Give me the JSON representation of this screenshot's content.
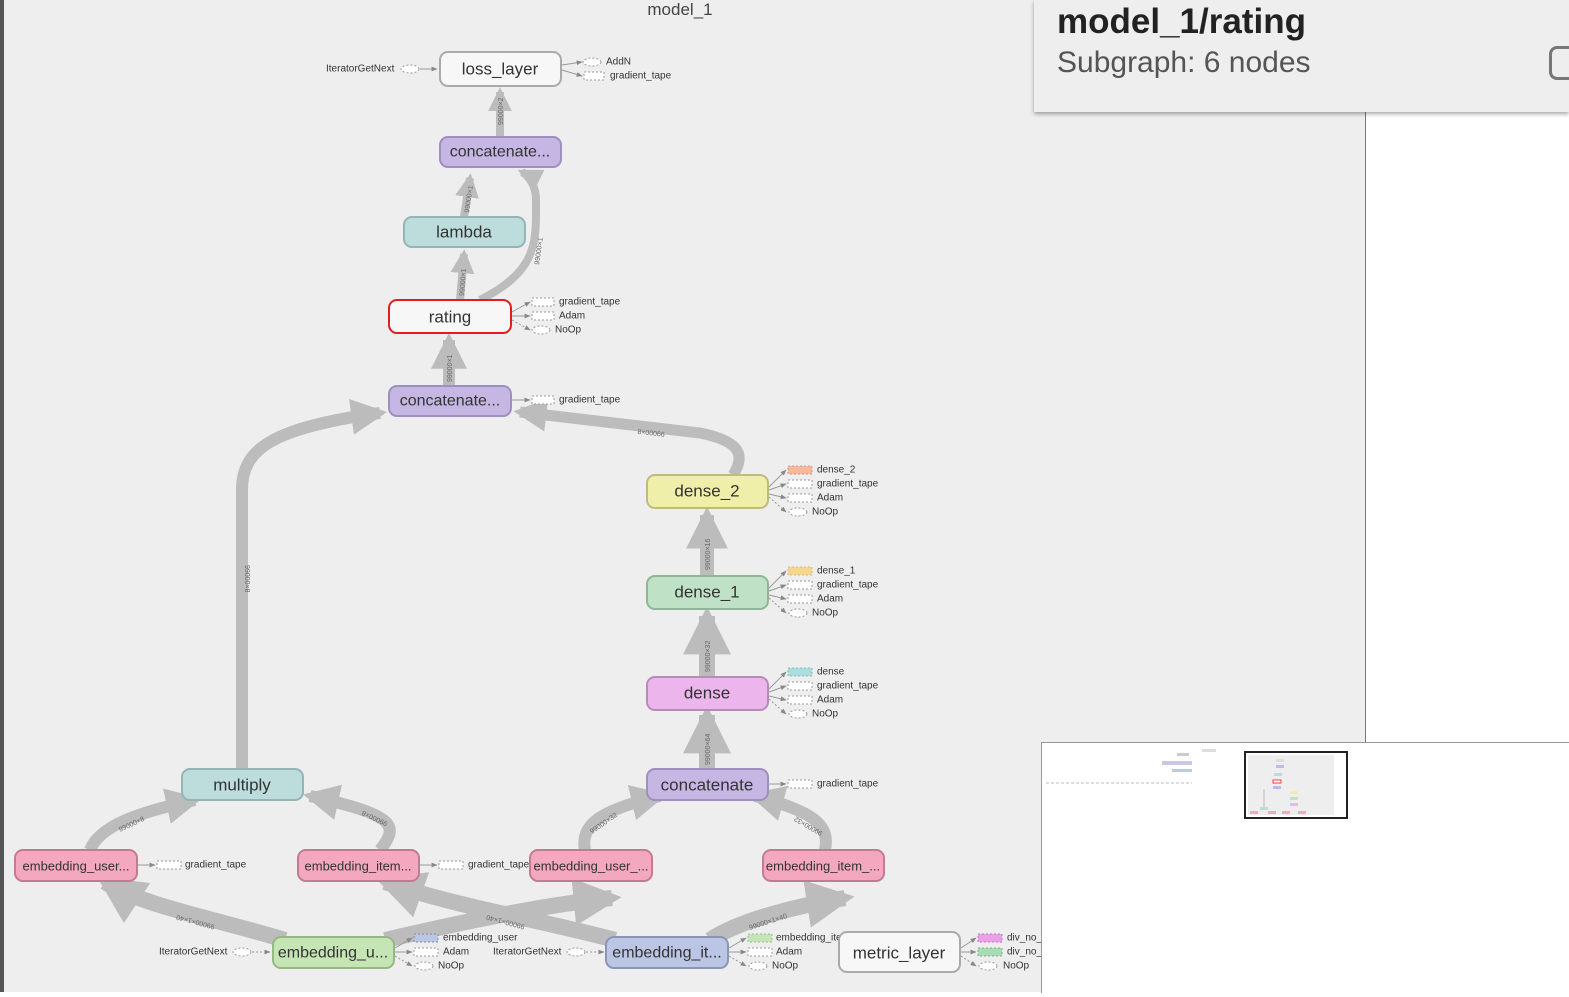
{
  "graph": {
    "title": "model_1",
    "nodes": {
      "loss_layer": "loss_layer",
      "concatenate_top": "concatenate...",
      "lambda": "lambda",
      "rating": "rating",
      "concatenate_mid": "concatenate...",
      "dense_2": "dense_2",
      "dense_1": "dense_1",
      "dense": "dense",
      "concatenate_low": "concatenate",
      "multiply": "multiply",
      "embedding_user_a": "embedding_user...",
      "embedding_item_a": "embedding_item...",
      "embedding_user_b": "embedding_user_...",
      "embedding_item_b": "embedding_item_...",
      "embedding_u": "embedding_u...",
      "embedding_it": "embedding_it...",
      "metric_layer": "metric_layer"
    },
    "aux": {
      "iterator_loss": "IteratorGetNext",
      "addn": "AddN",
      "gradient_tape": "gradient_tape",
      "adam": "Adam",
      "noop": "NoOp",
      "dense_2": "dense_2",
      "dense_1": "dense_1",
      "dense": "dense",
      "embedding_user": "embedding_user",
      "embedding_item_trunc": "embedding_ite",
      "iterator": "IteratorGetNext",
      "div_no": "div_no_"
    },
    "edge_labels": {
      "e_concat_loss": "99000×2",
      "e_lambda_concat": "99000×1",
      "e_rating_concat": "99000×1",
      "e_rating_lambda": "99000×1",
      "e_concatmid_rating": "99000×1",
      "e_dense2_concatmid": "99000×8",
      "e_multiply_concatmid": "99000×8",
      "e_dense1_dense2": "99000×16",
      "e_dense_dense1": "99000×32",
      "e_concatlow_dense": "99000×64",
      "e_userA_multiply": "99000×8",
      "e_itemA_multiply": "99000×8",
      "e_userB_concat": "99000×32",
      "e_itemB_concat": "99000×32",
      "e_embu_userA": "99000×1×40",
      "e_embit_itemA": "99000×1×40",
      "e_embit_itemB": "99000×1×40"
    }
  },
  "info": {
    "title": "model_1/rating",
    "subtitle": "Subgraph: 6 nodes"
  },
  "colors": {
    "background": "#eeeeee",
    "edge": "#bcbcbc",
    "purple": "#c6b6e3",
    "teal": "#bddcdc",
    "green": "#bfe2c6",
    "yellow": "#efefaa",
    "pink_embed": "#f4a8c0",
    "magenta": "#ecb5ec",
    "bluegrey": "#bac6e4",
    "lightgreen": "#c5e6b4",
    "white_node": "#f7f7f7",
    "selected_border": "#e31d1d"
  }
}
